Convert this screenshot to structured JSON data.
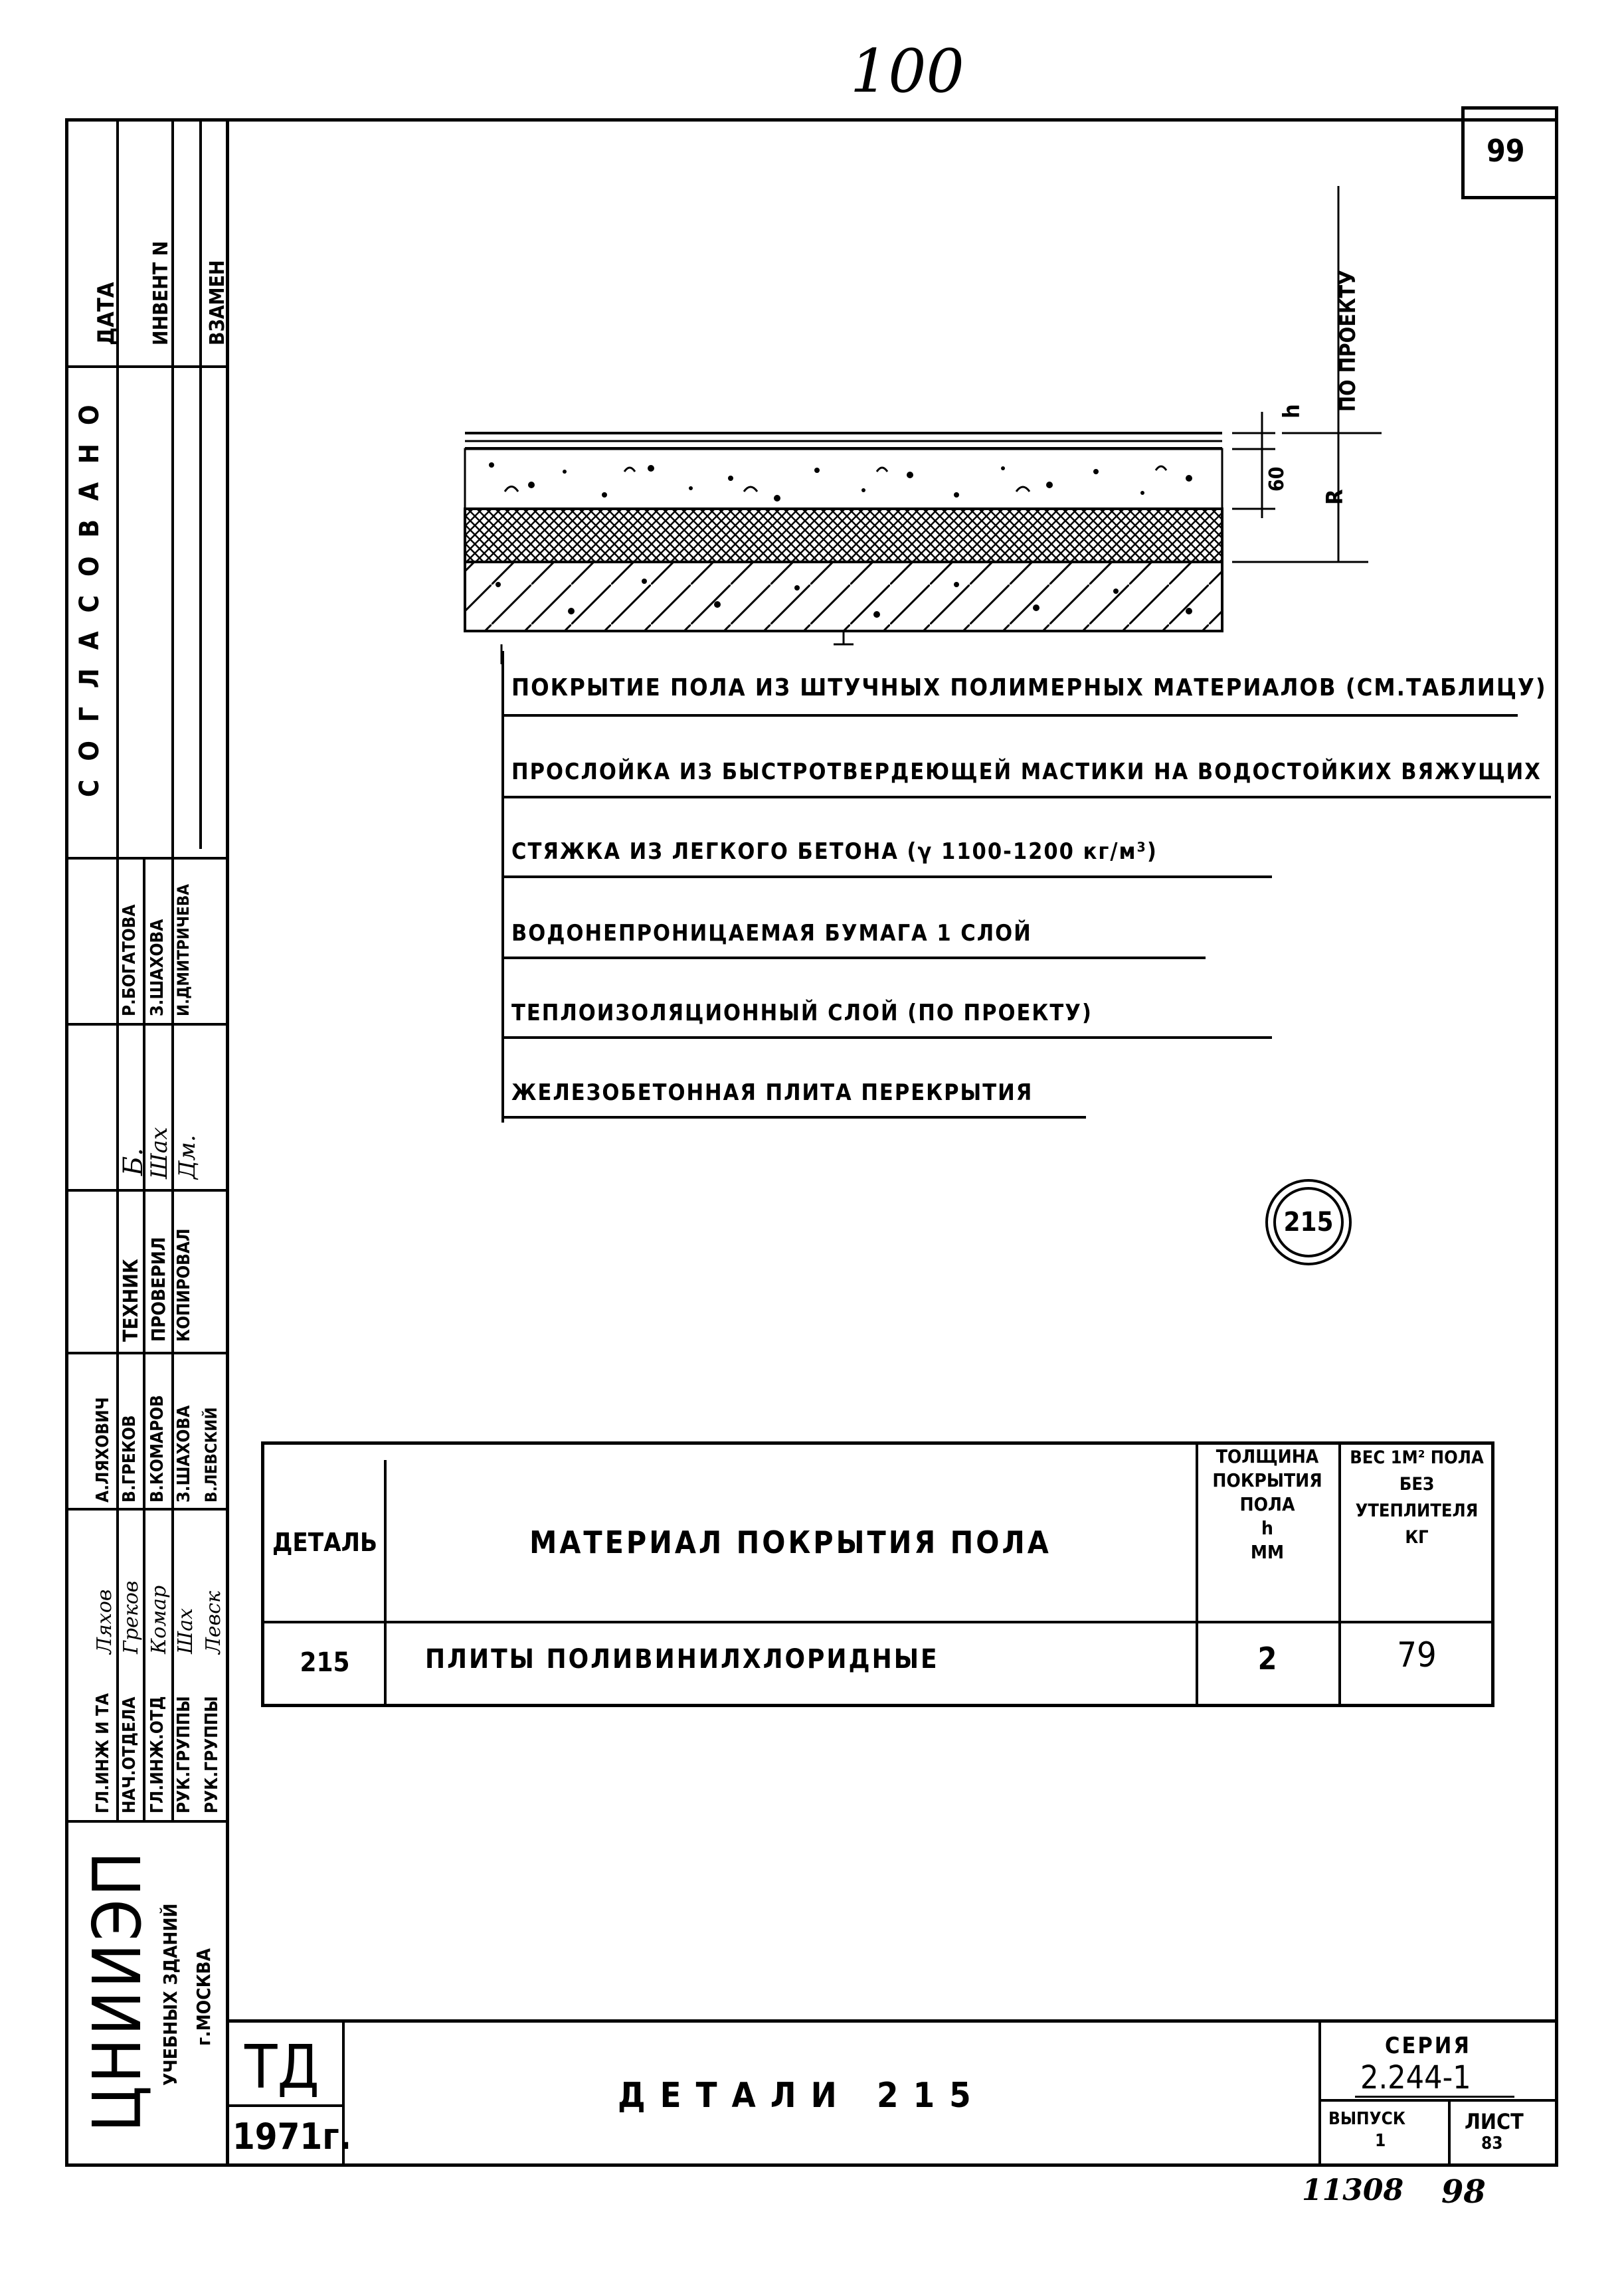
{
  "page": {
    "top_number": "100",
    "sheet_corner_number": "99",
    "bottom_stamp_left": "11308",
    "bottom_stamp_right": "98"
  },
  "diagram": {
    "dim_right": "ПО ПРОЕКТУ",
    "dim_h": "h",
    "dim_60": "60",
    "dim_r": "R",
    "layers": [
      "ПОКРЫТИЕ ПОЛА ИЗ ШТУЧНЫХ ПОЛИМЕРНЫХ МАТЕРИАЛОВ (СМ.ТАБЛИЦУ)",
      "ПРОСЛОЙКА ИЗ БЫСТРОТВЕРДЕЮЩЕЙ МАСТИКИ НА ВОДОСТОЙКИХ ВЯЖУЩИХ",
      "СТЯЖКА ИЗ ЛЕГКОГО БЕТОНА (γ 1100-1200 кг/м³)",
      "ВОДОНЕПРОНИЦАЕМАЯ БУМАГА 1 СЛОЙ",
      "ТЕПЛОИЗОЛЯЦИОННЫЙ СЛОЙ (ПО ПРОЕКТУ)",
      "ЖЕЛЕЗОБЕТОННАЯ ПЛИТА ПЕРЕКРЫТИЯ"
    ],
    "detail_marker": "215"
  },
  "table": {
    "headers": {
      "detail": "ДЕТАЛЬ",
      "material": "МАТЕРИАЛ ПОКРЫТИЯ ПОЛА",
      "thickness": "ТОЛЩИНА ПОКРЫТИЯ ПОЛА h ММ",
      "weight": "ВЕС 1М² ПОЛА БЕЗ УТЕПЛИТЕЛЯ КГ"
    },
    "rows": [
      {
        "detail": "215",
        "material": "ПЛИТЫ ПОЛИВИНИЛХЛОРИДНЫЕ",
        "thickness": "2",
        "weight": "79"
      }
    ]
  },
  "sidebar": {
    "header_cols": [
      "ДАТА",
      "ИНВЕНТ N",
      "ВЗАМЕН"
    ],
    "agreed": "СОГЛАСОВАНО",
    "staff_names_1": [
      "Р.БОГАТОВА",
      "З.ШАХОВА",
      "И.ДМИТРИЧЕВА"
    ],
    "roles": [
      "ТЕХНИК",
      "ПРОВЕРИЛ",
      "КОПИРОВАЛ"
    ],
    "staff_names_2": [
      "А.ЛЯХОВИЧ",
      "В.ГРЕКОВ",
      "В.КОМАРОВ",
      "З.ШАХОВА",
      "В.ЛЕВСКИЙ"
    ],
    "positions": [
      "ГЛ.ИНЖ И ТА",
      "НАЧ.ОТДЕЛА",
      "ГЛ.ИНЖ.ОТД",
      "РУК.ГРУППЫ",
      "РУК.ГРУППЫ"
    ],
    "org_name": "ЦНИИЭП",
    "org_sub": "УЧЕБНЫХ ЗДАНИЙ",
    "org_city": "г.МОСКВА"
  },
  "title_block": {
    "td": "ТД",
    "year": "1971г.",
    "title": "ДЕТАЛИ 215",
    "series_label": "СЕРИЯ",
    "series_value": "2.244-1",
    "issue_label": "ВЫПУСК",
    "issue_value": "1",
    "sheet_label": "ЛИСТ",
    "sheet_value": "83"
  }
}
